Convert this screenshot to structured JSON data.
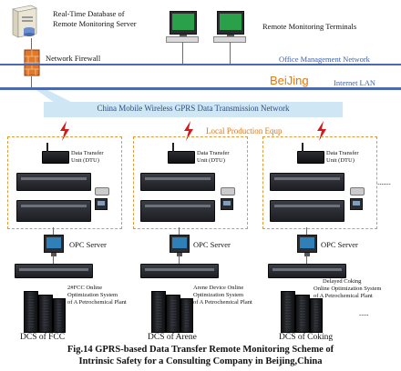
{
  "top": {
    "server_label_line1": "Real-Time Database of",
    "server_label_line2": "Remote Monitoring Server",
    "terminals_label": "Remote Monitoring Terminals",
    "firewall_label": "Network Firewall"
  },
  "networks": {
    "office": "Office Management Network",
    "city": "BeiJing",
    "internet": "Internet LAN",
    "gprs": "China Mobile Wireless GPRS Data Transmission Network",
    "local": "Local Production Equp"
  },
  "sites": [
    {
      "dtu_line1": "Data Transfer",
      "dtu_line2": "Unit (DTU)",
      "opc": "OPC Server",
      "sys_line1": "2#FCC Online",
      "sys_line2": "Optimization System",
      "sys_line3": "of A Petrochemical Plant",
      "dcs": "DCS of FCC"
    },
    {
      "dtu_line1": "Data Transfer",
      "dtu_line2": "Unit (DTU)",
      "opc": "OPC Server",
      "sys_line1": "Arene Device Online",
      "sys_line2": "Optimization System",
      "sys_line3": "of A Petrochemical Plant",
      "dcs": "DCS of Arene"
    },
    {
      "dtu_line1": "Data Transfer",
      "dtu_line2": "Unit (DTU)",
      "opc": "OPC Server",
      "sys_line1": "Delayed Coking",
      "sys_line2": "Online Optimization System",
      "sys_line3": "of A Petrochemical Plant",
      "dcs": "DCS of Coking"
    }
  ],
  "ellipsis": ".......",
  "ellipsis_bottom": ".....",
  "caption": {
    "line1": "Fig.14 GPRS-based Data Transfer Remote Monitoring Scheme of",
    "line2": "Intrinsic Safety for a Consulting Company in Beijing,China"
  },
  "colors": {
    "network": "#4a69b0",
    "gprs_band": "#cfe7f4",
    "local_box": "#e09a3a",
    "firewall": "#e07a2a",
    "city": "#e07a10"
  }
}
